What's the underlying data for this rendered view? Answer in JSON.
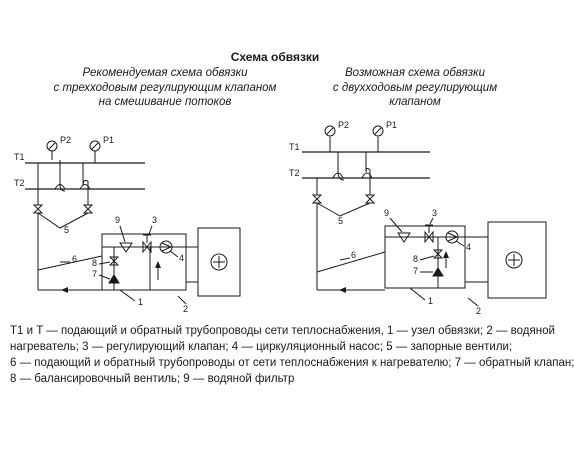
{
  "title": "Схема обвязки",
  "left_scheme": {
    "caption_lines": [
      "Рекомендуемая схема обвязки",
      "с трехходовым регулирующим клапаном",
      "на смешивание потоков"
    ],
    "labels": {
      "p2": "P2",
      "p1": "P1",
      "t1": "T1",
      "t2": "T2",
      "n1": "1",
      "n2": "2",
      "n3": "3",
      "n4": "4",
      "n5": "5",
      "n6": "6",
      "n7": "7",
      "n8": "8",
      "n9": "9"
    }
  },
  "right_scheme": {
    "caption_lines": [
      "Возможная схема обвязки",
      "с двухходовым регулирующим",
      "клапаном"
    ],
    "labels": {
      "p2": "P2",
      "p1": "P1",
      "t1": "T1",
      "t2": "T2",
      "n1": "1",
      "n2": "2",
      "n3": "3",
      "n4": "4",
      "n5": "5",
      "n6": "6",
      "n7": "7",
      "n8": "8",
      "n9": "9"
    }
  },
  "legend_lines": [
    "T1 и T  — подающий и обратный трубопроводы сети теплоснабжения, 1 — узел обвязки;   2 — водяной",
    "  нагреватель;  3 — регулирующий клапан; 4 — циркуляционный насос; 5 — запорные вентили;",
    "6 — подающий и обратный трубопроводы от сети теплоснабжения к нагревателю; 7 — обратный клапан;",
    "8 — балансировочный вентиль; 9 — водяной фильтр"
  ]
}
